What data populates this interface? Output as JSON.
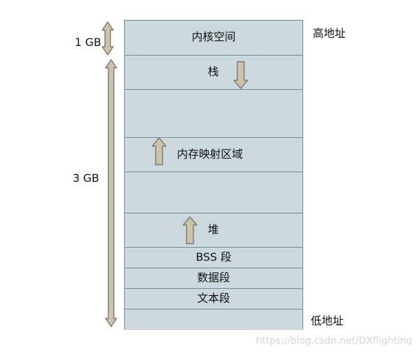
{
  "segments": {
    "kernel": "内核空间",
    "stack": "栈",
    "mmap": "内存映射区域",
    "heap": "堆",
    "bss": "BSS 段",
    "data": "数据段",
    "text": "文本段"
  },
  "labels": {
    "high_address": "高地址",
    "low_address": "低地址",
    "kernel_size": "1 GB",
    "user_size": "3 GB"
  },
  "watermark": "https://blog.csdn.net/DXflighting",
  "colors": {
    "segment_fill": "#cbd9df",
    "segment_border": "#6f8a9c",
    "arrow_fill": "#cbc3ab",
    "arrow_stroke": "#7f7768"
  },
  "icons": {
    "kernel_span": "double-headed-arrow",
    "user_span": "double-headed-arrow",
    "stack_growth": "down-arrow",
    "mmap_growth": "up-arrow",
    "heap_growth": "up-arrow"
  }
}
